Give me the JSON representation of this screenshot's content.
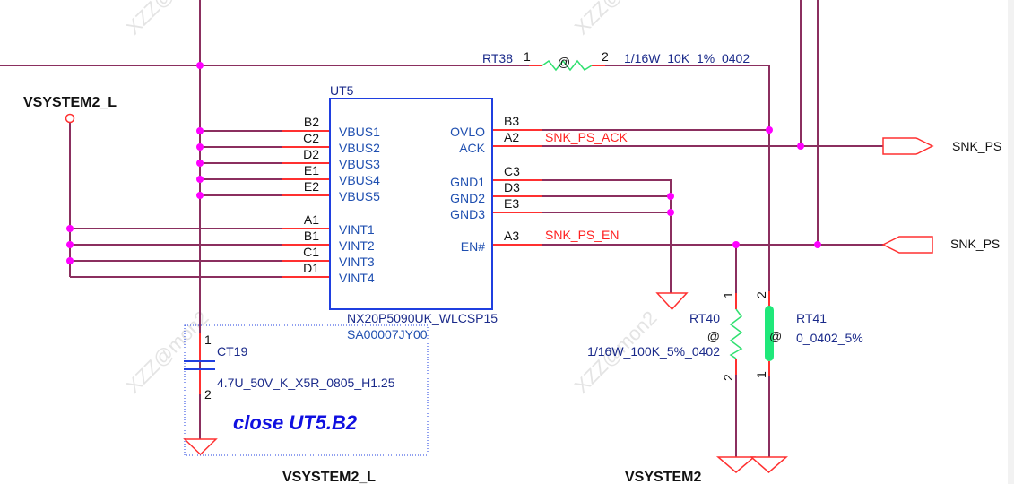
{
  "watermark": "XZZ@mon2",
  "ic": {
    "ref": "UT5",
    "part": "NX20P5090UK_WLCSP15",
    "code": "SA00007JY00",
    "left_pins": [
      {
        "num": "B2",
        "name": "VBUS1"
      },
      {
        "num": "C2",
        "name": "VBUS2"
      },
      {
        "num": "D2",
        "name": "VBUS3"
      },
      {
        "num": "E1",
        "name": "VBUS4"
      },
      {
        "num": "E2",
        "name": "VBUS5"
      },
      {
        "num": "A1",
        "name": "VINT1"
      },
      {
        "num": "B1",
        "name": "VINT2"
      },
      {
        "num": "C1",
        "name": "VINT3"
      },
      {
        "num": "D1",
        "name": "VINT4"
      }
    ],
    "right_pins": [
      {
        "num": "B3",
        "name": "OVLO"
      },
      {
        "num": "A2",
        "name": "ACK"
      },
      {
        "num": "C3",
        "name": "GND1"
      },
      {
        "num": "D3",
        "name": "GND2"
      },
      {
        "num": "E3",
        "name": "GND3"
      },
      {
        "num": "A3",
        "name": "EN#"
      }
    ]
  },
  "nets": {
    "ack": "SNK_PS_ACK",
    "en": "SNK_PS_EN",
    "port_out": "SNK_PS",
    "port_in": "SNK_PS",
    "vsys_l": "VSYSTEM2_L",
    "vsys_l_bottom": "VSYSTEM2_L",
    "vsys": "VSYSTEM2"
  },
  "rt38": {
    "ref": "RT38",
    "pin1": "1",
    "pin2": "2",
    "at": "@",
    "value": "1/16W_10K_1%_0402"
  },
  "rt40": {
    "ref": "RT40",
    "pin1": "1",
    "pin2": "2",
    "at": "@",
    "value": "1/16W_100K_5%_0402"
  },
  "rt41": {
    "ref": "RT41",
    "pin1": "1",
    "pin2": "2",
    "at": "@",
    "value": "0_0402_5%"
  },
  "ct19": {
    "ref": "CT19",
    "pin1": "1",
    "pin2": "2",
    "value": "4.7U_50V_K_X5R_0805_H1.25"
  },
  "note": "close UT5.B2",
  "colors": {
    "wire": "#8b2f5f",
    "pin": "#ff3030",
    "junction": "#ff00ff",
    "ic": "#1f3fe0",
    "resistor": "#30e070"
  }
}
